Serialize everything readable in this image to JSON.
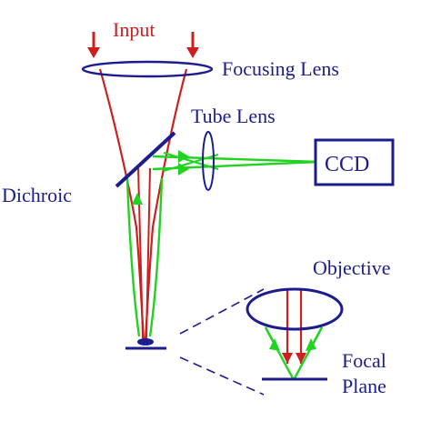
{
  "labels": {
    "input": "Input",
    "focusing_lens": "Focusing Lens",
    "tube_lens": "Tube Lens",
    "ccd": "CCD",
    "dichroic": "Dichroic",
    "objective": "Objective",
    "focal": "Focal",
    "plane": "Plane"
  },
  "colors": {
    "input_beam": "#cc1f1f",
    "emission_beam": "#22d322",
    "optics": "#1c1c8e",
    "label_text": "#1c1c8e",
    "input_label": "#cc1f1f"
  }
}
